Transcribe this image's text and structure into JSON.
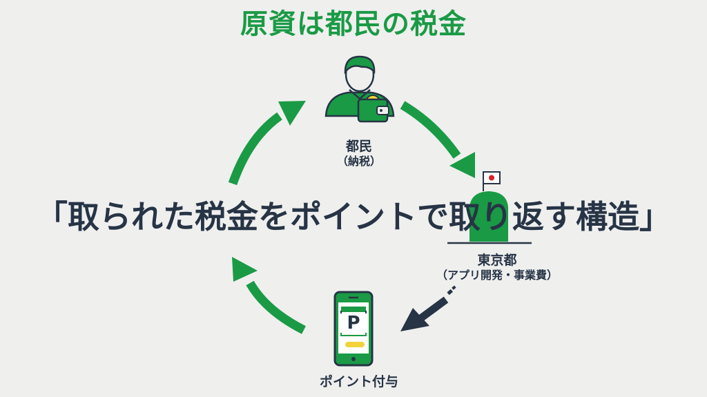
{
  "colors": {
    "background": "#efefee",
    "green": "#1a9a45",
    "navy": "#263445",
    "yellow": "#f2d43a",
    "red": "#d6202a"
  },
  "title": "原資は都民の税金",
  "main_phrase": "「取られた税金をポイントで取り返す構造」",
  "nodes": {
    "citizen": {
      "label": "都民",
      "sub": "（納税）",
      "icon": "person-with-wallet-icon"
    },
    "tokyo": {
      "label": "東京都",
      "sub": "（アプリ開発・事業費）",
      "icon": "government-building-icon"
    },
    "point": {
      "label": "ポイント付与",
      "icon": "smartphone-point-icon",
      "badge": "P"
    }
  },
  "arrows": [
    {
      "from": "point",
      "to": "citizen",
      "color": "green",
      "icon": "curved-arrow-up-icon"
    },
    {
      "from": "citizen",
      "to": "tokyo",
      "color": "green",
      "icon": "curved-arrow-down-icon"
    },
    {
      "from": "tokyo",
      "to": "point",
      "color": "navy",
      "icon": "arrow-down-left-icon"
    },
    {
      "from": "point",
      "to": "citizen",
      "color": "green",
      "icon": "curved-arrow-up-left-icon"
    }
  ]
}
